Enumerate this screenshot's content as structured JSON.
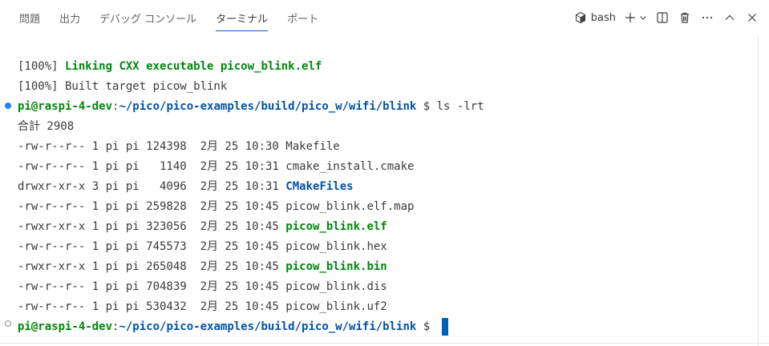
{
  "tabs": [
    {
      "label": "問題",
      "active": false
    },
    {
      "label": "出力",
      "active": false
    },
    {
      "label": "デバッグ コンソール",
      "active": false
    },
    {
      "label": "ターミナル",
      "active": true
    },
    {
      "label": "ポート",
      "active": false
    }
  ],
  "actions": {
    "terminal_name": "bash",
    "icons": [
      "terminal-icon",
      "plus-icon",
      "chevron-down-icon",
      "split-icon",
      "trash-icon",
      "more-icon",
      "chevron-up-icon",
      "close-icon"
    ]
  },
  "colors": {
    "accent": "#005fb8",
    "green": "#00870d",
    "blue": "#0451a5",
    "decoration": "#1a85ff"
  },
  "terminal": {
    "line1_prefix": "[100%] ",
    "line1_text": "Linking CXX executable picow_blink.elf",
    "line2": "[100%] Built target picow_blink",
    "prompt_user": "pi@raspi-4-dev",
    "prompt_sep": ":",
    "prompt_path": "~/pico/pico-examples/build/pico_w/wifi/blink",
    "prompt_dollar": " $ ",
    "command": "ls -lrt",
    "total": "合計 2908",
    "files": [
      {
        "meta": "-rw-r--r-- 1 pi pi 124398  2月 25 10:30 ",
        "name": "Makefile",
        "style": "plain"
      },
      {
        "meta": "-rw-r--r-- 1 pi pi   1140  2月 25 10:31 ",
        "name": "cmake_install.cmake",
        "style": "plain"
      },
      {
        "meta": "drwxr-xr-x 3 pi pi   4096  2月 25 10:31 ",
        "name": "CMakeFiles",
        "style": "blue"
      },
      {
        "meta": "-rw-r--r-- 1 pi pi 259828  2月 25 10:45 ",
        "name": "picow_blink.elf.map",
        "style": "plain"
      },
      {
        "meta": "-rwxr-xr-x 1 pi pi 323056  2月 25 10:45 ",
        "name": "picow_blink.elf",
        "style": "green"
      },
      {
        "meta": "-rw-r--r-- 1 pi pi 745573  2月 25 10:45 ",
        "name": "picow_blink.hex",
        "style": "plain"
      },
      {
        "meta": "-rwxr-xr-x 1 pi pi 265048  2月 25 10:45 ",
        "name": "picow_blink.bin",
        "style": "green"
      },
      {
        "meta": "-rw-r--r-- 1 pi pi 704839  2月 25 10:45 ",
        "name": "picow_blink.dis",
        "style": "plain"
      },
      {
        "meta": "-rw-r--r-- 1 pi pi 530432  2月 25 10:45 ",
        "name": "picow_blink.uf2",
        "style": "plain"
      }
    ]
  }
}
